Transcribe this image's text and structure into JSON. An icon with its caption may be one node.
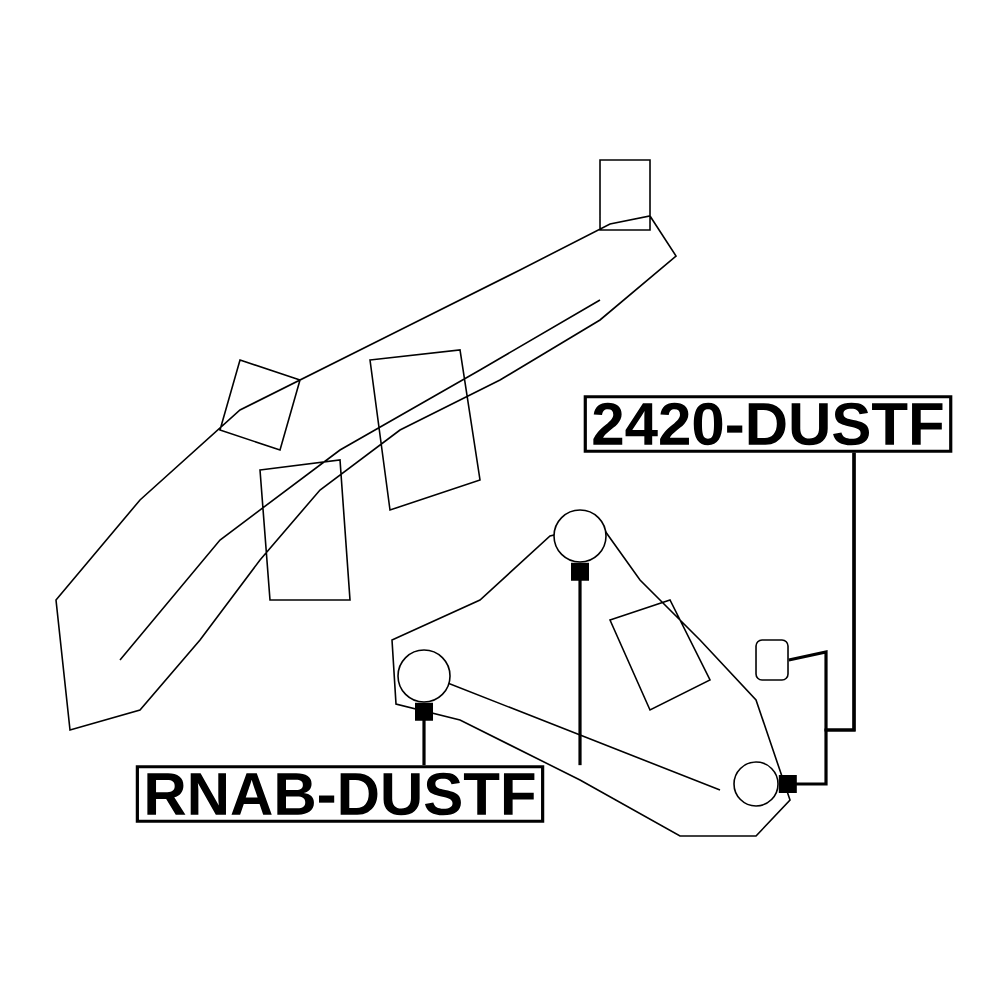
{
  "diagram": {
    "nodes": [
      {
        "text": [
          "2420-DUSTF"
        ]
      },
      {
        "text": [
          "RNAB-DUSTF"
        ]
      },
      {
        "text": [],
        "shape": "box"
      },
      {
        "text": [],
        "shape": "circle"
      },
      {
        "text": [],
        "shape": "circle"
      },
      {
        "text": [],
        "shape": "circle"
      }
    ],
    "edges": [
      {
        "from": 0,
        "to": 2,
        "arrow": "none"
      },
      {
        "from": 0,
        "to": 3,
        "arrow": "other"
      },
      {
        "from": 1,
        "to": 4,
        "arrow": "other"
      },
      {
        "from": 1,
        "to": 5,
        "arrow": "other"
      }
    ]
  }
}
